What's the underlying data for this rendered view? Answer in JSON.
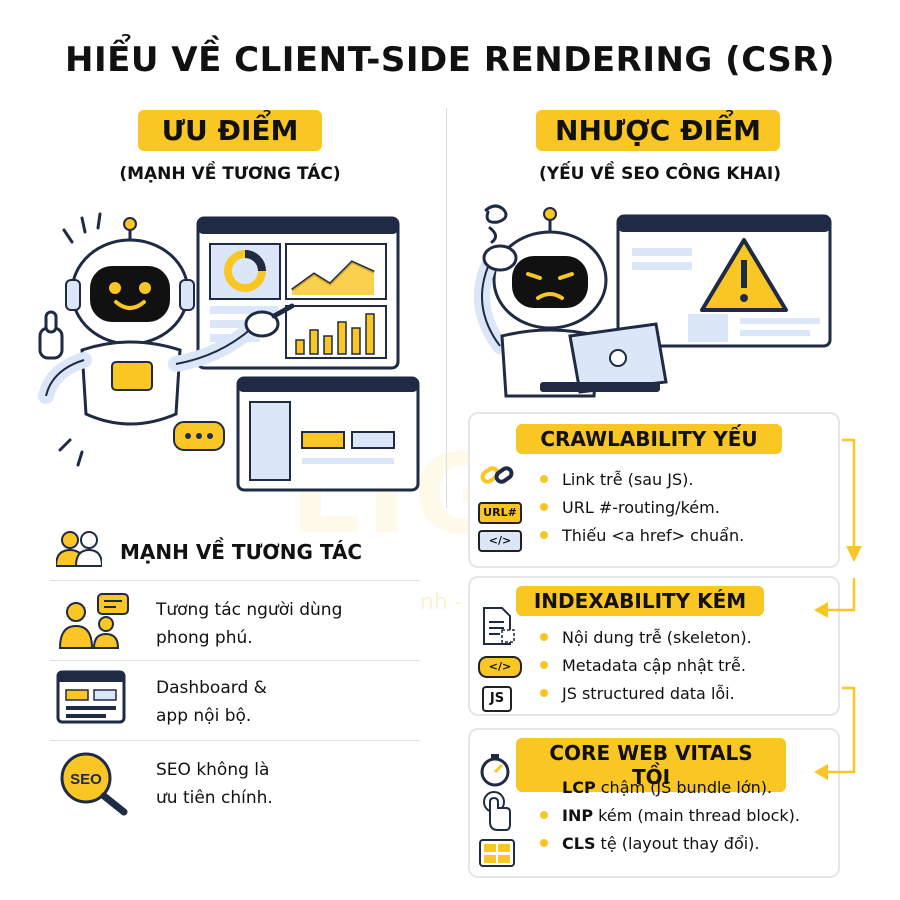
{
  "title": "HIỂU VỀ CLIENT-SIDE RENDERING (CSR)",
  "left": {
    "heading": "ƯU ĐIỂM",
    "subheading": "(MẠNH VỀ TƯƠNG TÁC)",
    "section_title": "MẠNH VỀ TƯƠNG TÁC",
    "features": [
      {
        "line1": "Tương tác người dùng",
        "line2": "phong phú."
      },
      {
        "line1": "Dashboard &",
        "line2": "app nội bộ."
      },
      {
        "line1": "SEO không là",
        "line2": "ưu tiên chính."
      }
    ],
    "seo_badge": "SEO"
  },
  "right": {
    "heading": "NHƯỢC ĐIỂM",
    "subheading": "(YẾU VỀ SEO CÔNG KHAI)",
    "boxes": [
      {
        "title": "CRAWLABILITY YẾU",
        "items": [
          {
            "lead": "",
            "text": "Link trễ (sau JS)."
          },
          {
            "lead": "",
            "text": "URL #-routing/kém."
          },
          {
            "lead": "",
            "text": "Thiếu <a href> chuẩn."
          }
        ],
        "tags": [
          "URL#",
          "</>"
        ]
      },
      {
        "title": "INDEXABILITY KÉM",
        "items": [
          {
            "lead": "",
            "text": "Nội dung trễ (skeleton)."
          },
          {
            "lead": "",
            "text": "Metadata cập nhật trễ."
          },
          {
            "lead": "",
            "text": "JS structured data lỗi."
          }
        ],
        "tags": [
          "</>",
          "JS"
        ]
      },
      {
        "title": "CORE WEB VITALS TỒI",
        "items": [
          {
            "lead": "LCP",
            "text": " chậm (JS bundle lớn)."
          },
          {
            "lead": "INP",
            "text": " kém (main thread block)."
          },
          {
            "lead": "CLS",
            "text": " tệ (layout thay đổi)."
          }
        ]
      }
    ]
  },
  "watermark": {
    "main": "LIGHT",
    "sub": "nh - Chu"
  },
  "colors": {
    "accent": "#f9c623",
    "ink": "#1f2a44",
    "robot_face": "#111111",
    "soft_blue": "#dbe6f8"
  }
}
